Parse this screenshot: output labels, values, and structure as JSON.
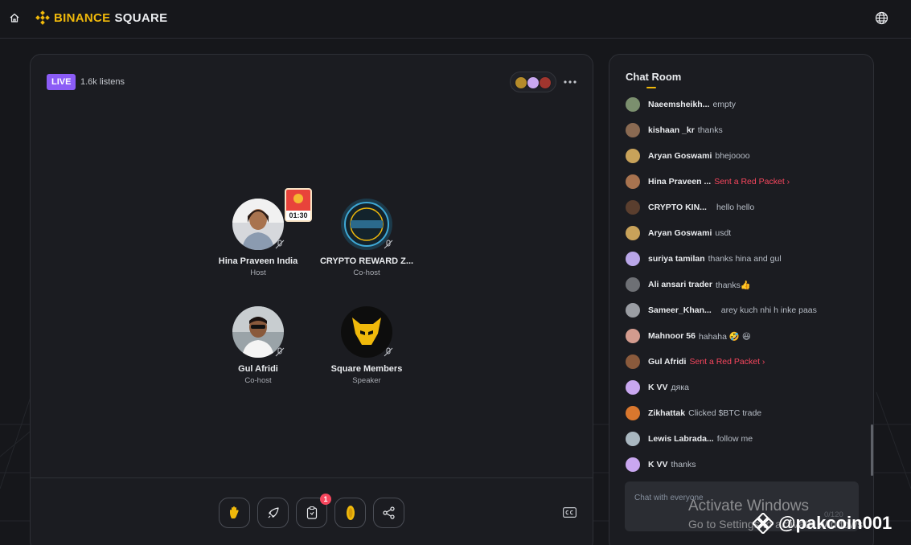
{
  "header": {
    "brand_primary": "BINANCE",
    "brand_secondary": "SQUARE",
    "icons": [
      "home-icon",
      "binance-logo-icon",
      "globe-icon"
    ],
    "colors": {
      "brand": "#f0b90b",
      "background": "#16171b"
    }
  },
  "stage": {
    "live_label": "LIVE",
    "listens": "1.6k listens",
    "speakers": [
      {
        "name": "Hina Praveen India",
        "role": "Host"
      },
      {
        "name": "CRYPTO REWARD Z...",
        "role": "Co-host"
      },
      {
        "name": "Gul Afridi",
        "role": "Co-host"
      },
      {
        "name": "Square Members",
        "role": "Speaker"
      }
    ],
    "red_packet_timer": "01:30",
    "controls": [
      "raise-hand-icon",
      "rocket-icon",
      "clipboard-icon",
      "coin-icon",
      "share-icon"
    ],
    "notification_count": "1",
    "colors": {
      "live": "#8b5cf6",
      "red_packet": "#e8433b",
      "notification": "#f6465d"
    }
  },
  "chat": {
    "title": "Chat Room",
    "messages": [
      {
        "user": "Naeemsheikh...",
        "text": "empty"
      },
      {
        "user": "kishaan _kr",
        "text": "thanks"
      },
      {
        "user": "Aryan Goswami",
        "text": "bhejoooo"
      },
      {
        "user": "Hina Praveen ...",
        "text": "Sent a Red Packet ›"
      },
      {
        "user": "CRYPTO KIN...",
        "text": "hello hello"
      },
      {
        "user": "Aryan Goswami",
        "text": "usdt"
      },
      {
        "user": "suriya tamilan",
        "text": "thanks hina and gul"
      },
      {
        "user": "Ali ansari trader",
        "text": "thanks👍"
      },
      {
        "user": "Sameer_Khan...",
        "text": "arey kuch nhi h inke paas"
      },
      {
        "user": "Mahnoor 56",
        "text": "hahaha 🤣 😆"
      },
      {
        "user": "Gul Afridi",
        "text": "Sent a Red Packet ›"
      },
      {
        "user": "K VV",
        "text": "дяка"
      },
      {
        "user": "Zikhattak",
        "text": "Clicked $BTC trade"
      },
      {
        "user": "Lewis Labrada...",
        "text": "follow me"
      },
      {
        "user": "K VV",
        "text": "thanks"
      }
    ],
    "input_placeholder": "Chat with everyone",
    "char_count": "0/120"
  },
  "overlay": {
    "activate_title": "Activate Windows",
    "activate_sub": "Go to Settings to activate Windows.",
    "handle": "@pakcoin001"
  }
}
